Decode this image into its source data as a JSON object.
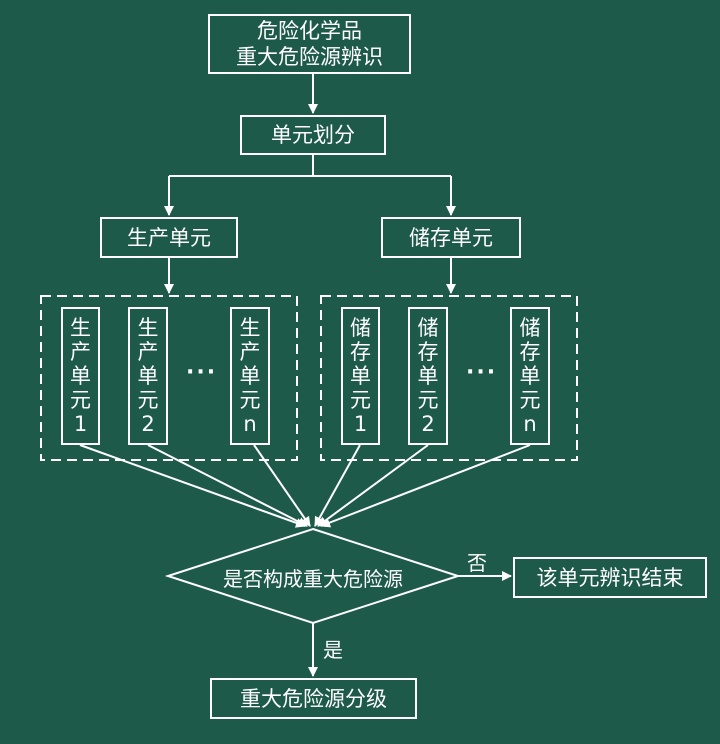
{
  "top": {
    "line1": "危险化学品",
    "line2": "重大危险源辨识"
  },
  "divide": "单元划分",
  "production": {
    "title": "生产单元",
    "units": [
      {
        "chars": [
          "生",
          "产",
          "单",
          "元",
          "1"
        ]
      },
      {
        "chars": [
          "生",
          "产",
          "单",
          "元",
          "2"
        ]
      },
      {
        "chars": [
          "生",
          "产",
          "单",
          "元",
          "n"
        ]
      }
    ]
  },
  "storage": {
    "title": "储存单元",
    "units": [
      {
        "chars": [
          "储",
          "存",
          "单",
          "元",
          "1"
        ]
      },
      {
        "chars": [
          "储",
          "存",
          "单",
          "元",
          "2"
        ]
      },
      {
        "chars": [
          "储",
          "存",
          "单",
          "元",
          "n"
        ]
      }
    ]
  },
  "ellipsis": "···",
  "decision": "是否构成重大危险源",
  "no_label": "否",
  "yes_label": "是",
  "end_box": "该单元辨识结束",
  "grading_box": "重大危险源分级",
  "colors": {
    "background": "#1d5a4a",
    "line": "#ffffff"
  }
}
